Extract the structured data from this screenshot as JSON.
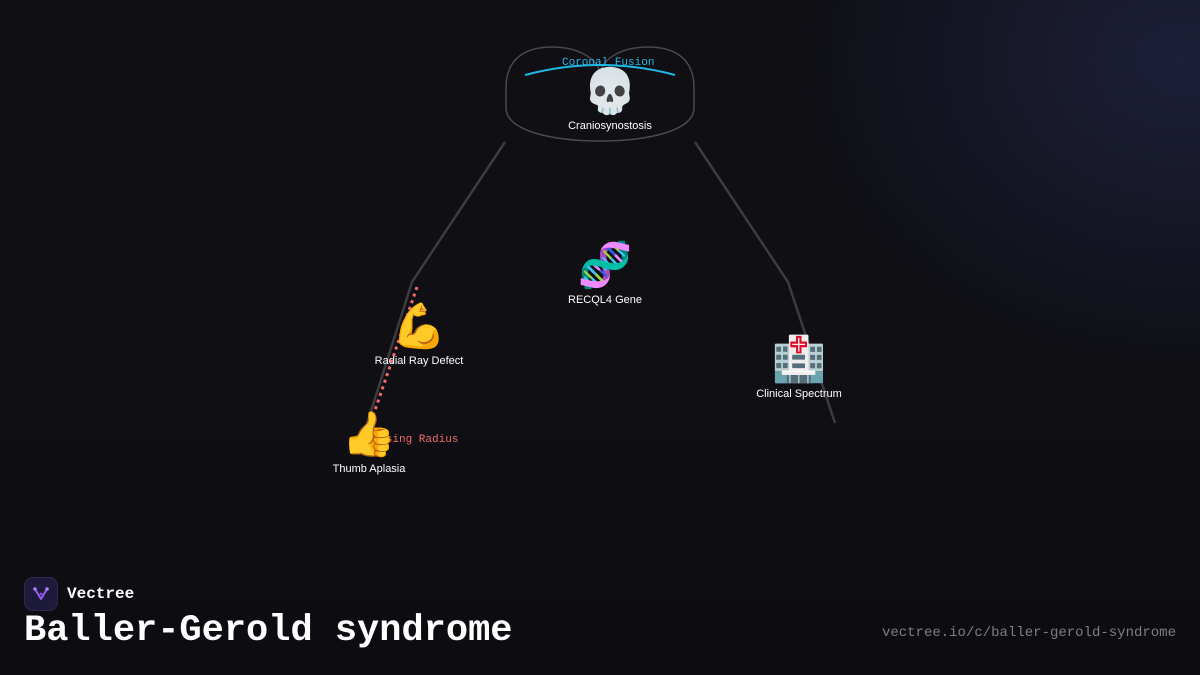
{
  "nodes": {
    "cranio": {
      "icon": "skull-icon",
      "emoji": "💀",
      "label": "Craniosynostosis"
    },
    "gene": {
      "icon": "dna-icon",
      "emoji": "🧬",
      "label": "RECQL4 Gene"
    },
    "radial": {
      "icon": "flexed-biceps-icon",
      "emoji": "💪",
      "label": "Radial Ray Defect"
    },
    "thumb": {
      "icon": "thumbs-up-icon",
      "emoji": "👍",
      "label": "Thumb Aplasia"
    },
    "clinical": {
      "icon": "hospital-icon",
      "emoji": "🏥",
      "label": "Clinical Spectrum"
    }
  },
  "annotations": {
    "coronal": {
      "text": "Coronal Fusion",
      "color": "#22b8e6"
    },
    "missing": {
      "text": "Missing Radius",
      "color": "#f26a6a"
    }
  },
  "colors": {
    "background": "#0f0f14",
    "connector": "#3c3c40",
    "skull_outline": "#4a4a4e",
    "suture": "#22b8e6",
    "radius_dots": "#f26a6a"
  },
  "brand": {
    "name": "Vectree",
    "icon": "vectree-logo-icon"
  },
  "title": "Baller-Gerold syndrome",
  "url": "vectree.io/c/baller-gerold-syndrome"
}
